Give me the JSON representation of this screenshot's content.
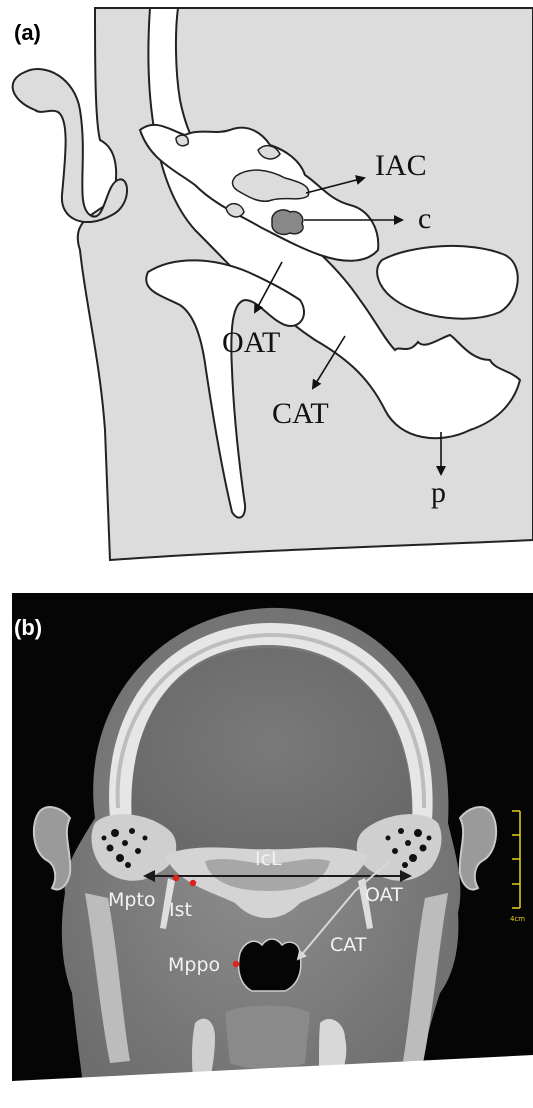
{
  "panel_a": {
    "label": "(a)",
    "labels": {
      "iac": "IAC",
      "c": "c",
      "oat": "OAT",
      "cat": "CAT",
      "p": "p"
    }
  },
  "panel_b": {
    "label": "(b)",
    "labels": {
      "icl": "IcL",
      "mpto": "Mpto",
      "ist": "Ist",
      "oat": "OAT",
      "cat": "CAT",
      "mppo": "Mppo"
    },
    "scale_unit": "4cm",
    "colors": {
      "marker": "#e0201a",
      "scale": "#e6d21e",
      "arrow": "#d8d8d8"
    }
  }
}
